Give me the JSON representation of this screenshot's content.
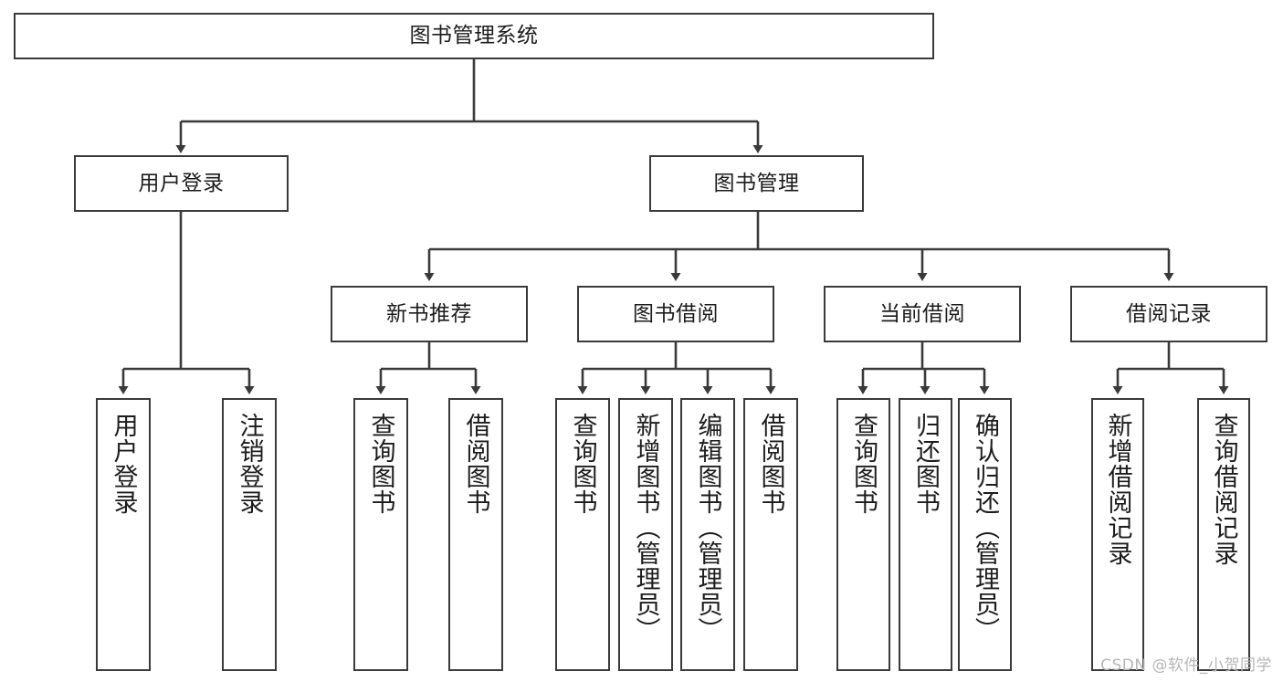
{
  "diagram": {
    "title": "图书管理系统",
    "root": {
      "id": "root",
      "label": "图书管理系统"
    },
    "level2": [
      {
        "id": "user-login",
        "label": "用户登录"
      },
      {
        "id": "book-management",
        "label": "图书管理"
      }
    ],
    "level3": [
      {
        "id": "new-book-recommend",
        "label": "新书推荐"
      },
      {
        "id": "book-borrow",
        "label": "图书借阅"
      },
      {
        "id": "current-borrow",
        "label": "当前借阅"
      },
      {
        "id": "borrow-record",
        "label": "借阅记录"
      }
    ],
    "leaves": {
      "user-login": [
        {
          "id": "leaf-user-login",
          "label": "用户登录"
        },
        {
          "id": "leaf-logout",
          "label": "注销登录"
        }
      ],
      "new-book-recommend": [
        {
          "id": "leaf-query-book-1",
          "label": "查询图书"
        },
        {
          "id": "leaf-borrow-book-1",
          "label": "借阅图书"
        }
      ],
      "book-borrow": [
        {
          "id": "leaf-query-book-2",
          "label": "查询图书"
        },
        {
          "id": "leaf-add-book",
          "label": "新增图书（管理员）"
        },
        {
          "id": "leaf-edit-book",
          "label": "编辑图书（管理员）"
        },
        {
          "id": "leaf-borrow-book-2",
          "label": "借阅图书"
        }
      ],
      "current-borrow": [
        {
          "id": "leaf-query-book-3",
          "label": "查询图书"
        },
        {
          "id": "leaf-return-book",
          "label": "归还图书"
        },
        {
          "id": "leaf-confirm-return",
          "label": "确认归还（管理员）"
        }
      ],
      "borrow-record": [
        {
          "id": "leaf-add-record",
          "label": "新增借阅记录"
        },
        {
          "id": "leaf-query-record",
          "label": "查询借阅记录"
        }
      ]
    },
    "colors": {
      "stroke": "#3a3a3a",
      "box_fill": "#ffffff",
      "text": "#1c1c1c",
      "watermark": "#b6b6b6",
      "background": "#ffffff"
    }
  },
  "watermark": {
    "text": "CSDN @软件_小贺同学"
  }
}
